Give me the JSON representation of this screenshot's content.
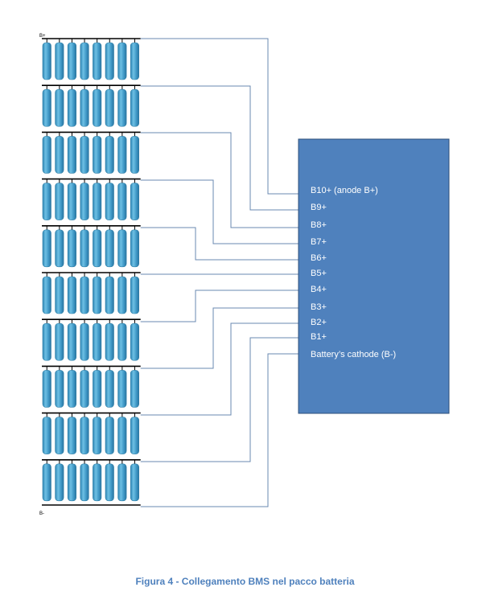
{
  "diagram": {
    "pack_top_label": "B+",
    "pack_bottom_label": "B-",
    "bms_labels": [
      "B10+ (anode B+)",
      "B9+",
      "B8+",
      "B7+",
      "B6+",
      "B5+",
      "B4+",
      "B3+",
      "B2+",
      "B1+",
      "Battery’s cathode (B-)"
    ],
    "module_count": 10,
    "cells_per_module": 8,
    "colors": {
      "cell": "#4fa3cc",
      "cell_edge": "#2f7ea6",
      "bms_fill": "#4f81bd",
      "bms_edge": "#2d4f7a",
      "bms_text": "#ffffff",
      "wire": "#6a88b0",
      "bus": "#000000",
      "caption": "#4f81bd"
    }
  },
  "caption": "Figura 4 - Collegamento BMS nel pacco batteria"
}
